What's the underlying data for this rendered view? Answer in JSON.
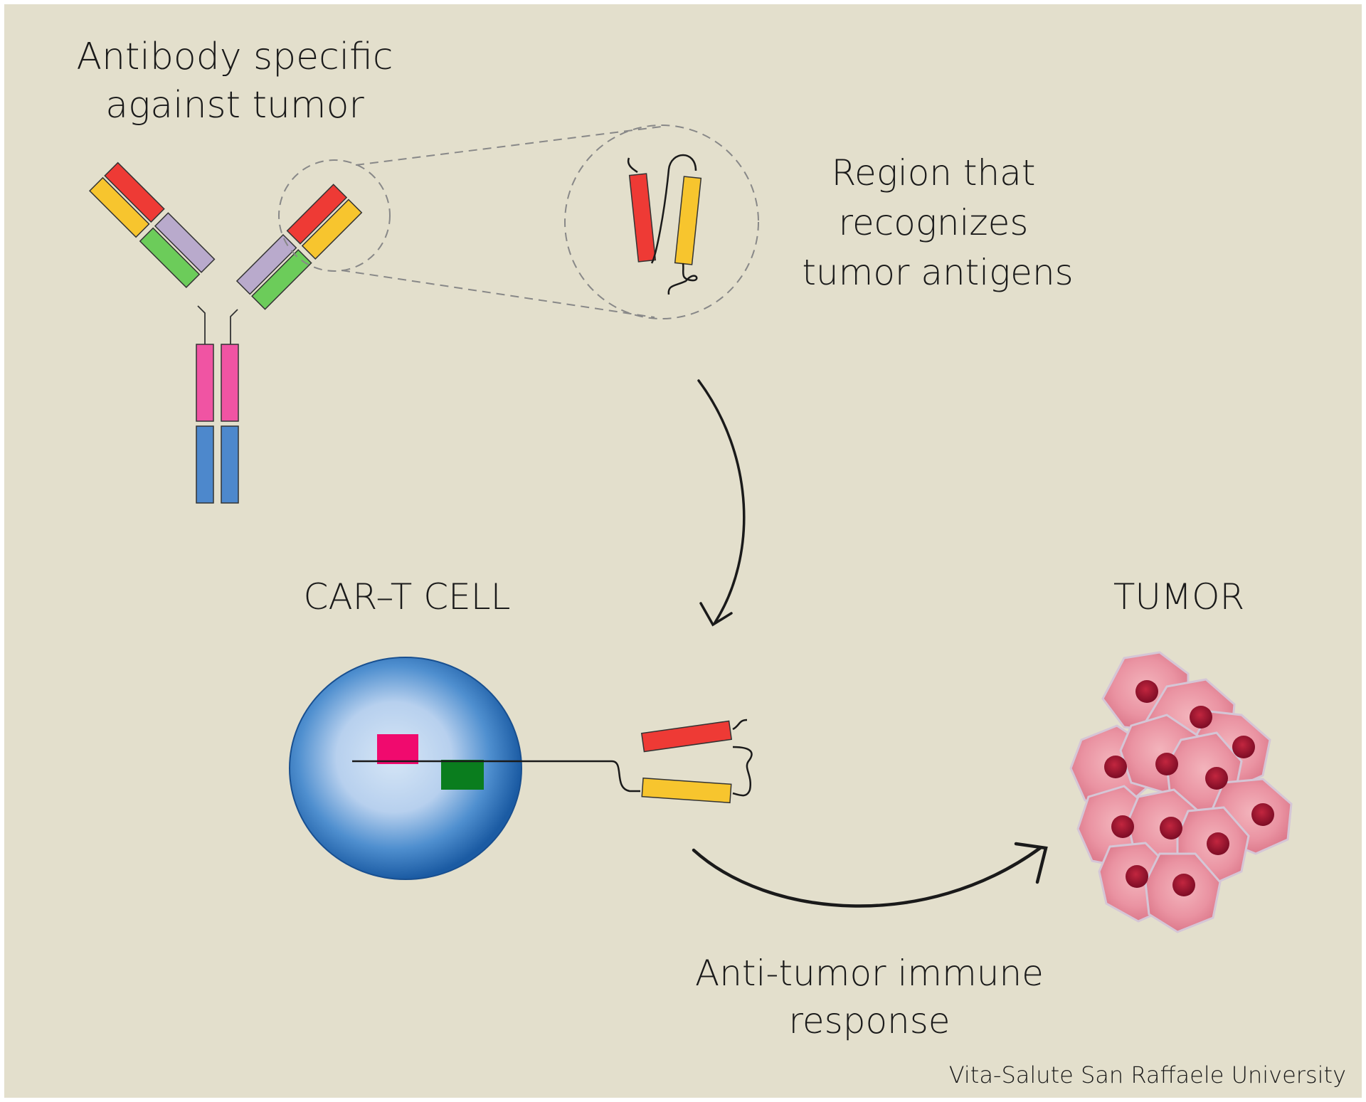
{
  "diagram": {
    "title_line1": "Antibody specific",
    "title_line2": "against tumor",
    "region_line1": "Region that",
    "region_line2": "recognizes",
    "region_line3": "tumor antigens",
    "car_t_label": "CAR–T CELL",
    "tumor_label": "TUMOR",
    "response_line1": "Anti-tumor immune",
    "response_line2": "response",
    "credit": "Vita-Salute San Raffaele University"
  },
  "colors": {
    "background": "#e3dfcc",
    "variable_heavy": "#ee3a35",
    "variable_light": "#f7c52e",
    "constant_heavy": "#b9aacc",
    "constant_light": "#6ccc5a",
    "hinge_pink": "#f054a3",
    "fc_blue": "#4d88cc",
    "cell_outer": "#1c5fa8",
    "cell_inner": "#cfe0f3",
    "domain_magenta": "#f00a6e",
    "domain_green": "#0a7d1e",
    "tumor_cell": "#e58a98",
    "tumor_nucleus": "#a01535"
  },
  "icons": {
    "antibody": "antibody-icon",
    "zoom": "magnify-circle-icon",
    "car_t": "car-t-cell-icon",
    "tumor": "tumor-cluster-icon"
  }
}
